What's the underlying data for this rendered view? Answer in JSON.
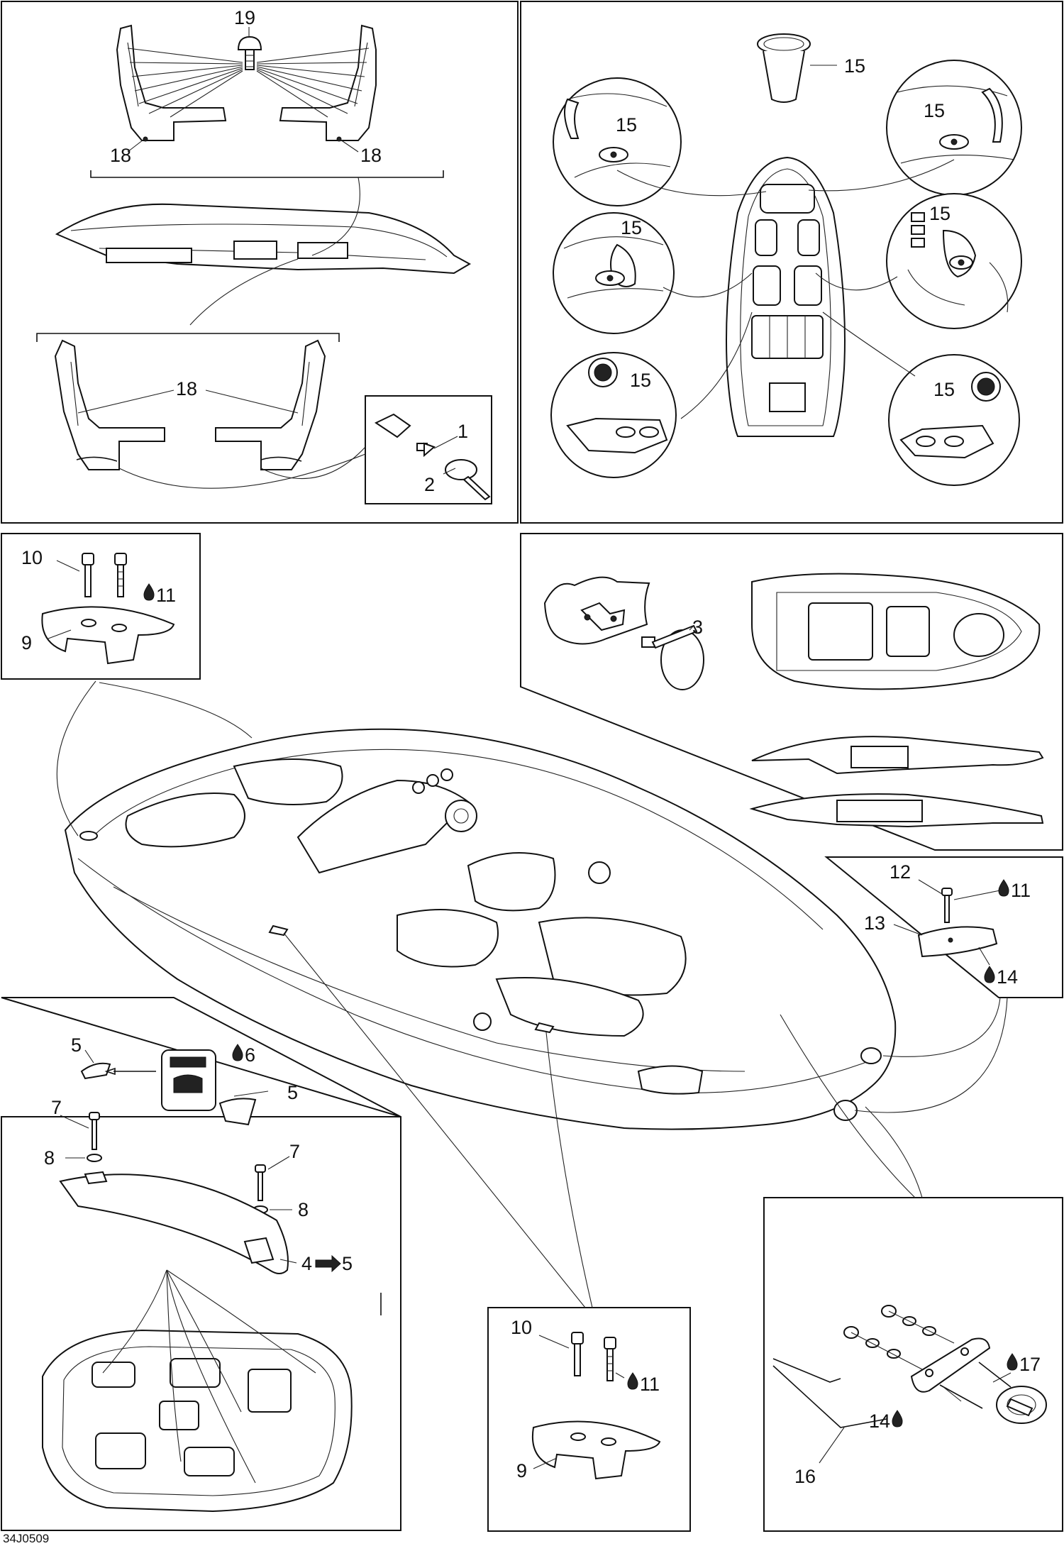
{
  "drawing_code": "34J0509",
  "drop_symbol": "drop-icon",
  "arrow_symbol": "arrow-right-icon",
  "panels": {
    "top_left": {
      "callouts": [
        "19",
        "18",
        "18",
        "18",
        "1",
        "2"
      ]
    },
    "top_right": {
      "callouts": [
        "15",
        "15",
        "15",
        "15",
        "15",
        "15",
        "15"
      ]
    },
    "mid_left": {
      "callouts": [
        "10",
        "11",
        "9"
      ]
    },
    "mid_right": {
      "callouts": [
        "3"
      ]
    },
    "right_small": {
      "callouts": [
        "12",
        "11",
        "13",
        "14"
      ]
    },
    "bottom_left": {
      "callouts": [
        "5",
        "6",
        "7",
        "5",
        "8",
        "7",
        "8",
        "4",
        "5"
      ]
    },
    "bottom_center": {
      "callouts": [
        "10",
        "11",
        "9"
      ]
    },
    "bottom_right": {
      "callouts": [
        "14",
        "17",
        "16"
      ]
    }
  }
}
